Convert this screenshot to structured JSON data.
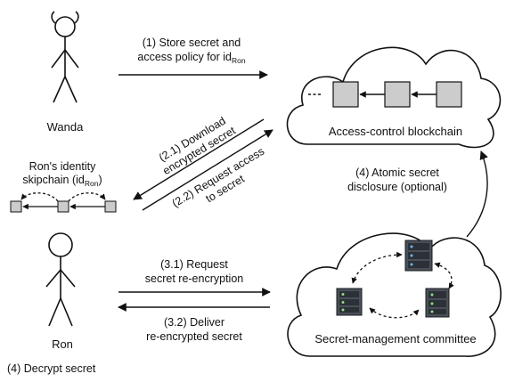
{
  "actors": {
    "wanda": {
      "name": "Wanda"
    },
    "ron": {
      "name": "Ron"
    }
  },
  "skipchain": {
    "line1": "Ron's identity",
    "line2_prefix": "skipchain (id",
    "line2_sub": "Ron",
    "line2_suffix": ")"
  },
  "blockchain": {
    "label": "Access-control blockchain"
  },
  "committee": {
    "label": "Secret-management committee"
  },
  "steps": {
    "s1": {
      "line1": "(1) Store secret and",
      "line2_prefix": "access policy for id",
      "line2_sub": "Ron"
    },
    "s21": {
      "line1": "(2.1) Download",
      "line2": "encrypted secret"
    },
    "s22": {
      "line1": "(2.2) Request access",
      "line2": "to secret"
    },
    "s4a": {
      "line1": "(4) Atomic secret",
      "line2": "disclosure (optional)"
    },
    "s31": {
      "line1": "(3.1) Request",
      "line2": "secret re-encryption"
    },
    "s32": {
      "line1": "(3.2) Deliver",
      "line2": "re-encrypted secret"
    },
    "s4d": {
      "text": "(4) Decrypt secret"
    }
  },
  "colors": {
    "block_fill": "#cccccc",
    "ink": "#111111"
  },
  "icons": {
    "wanda": "person-female-stick-icon",
    "ron": "person-stick-icon",
    "server": "server-rack-icon",
    "cloud": "cloud-icon"
  }
}
